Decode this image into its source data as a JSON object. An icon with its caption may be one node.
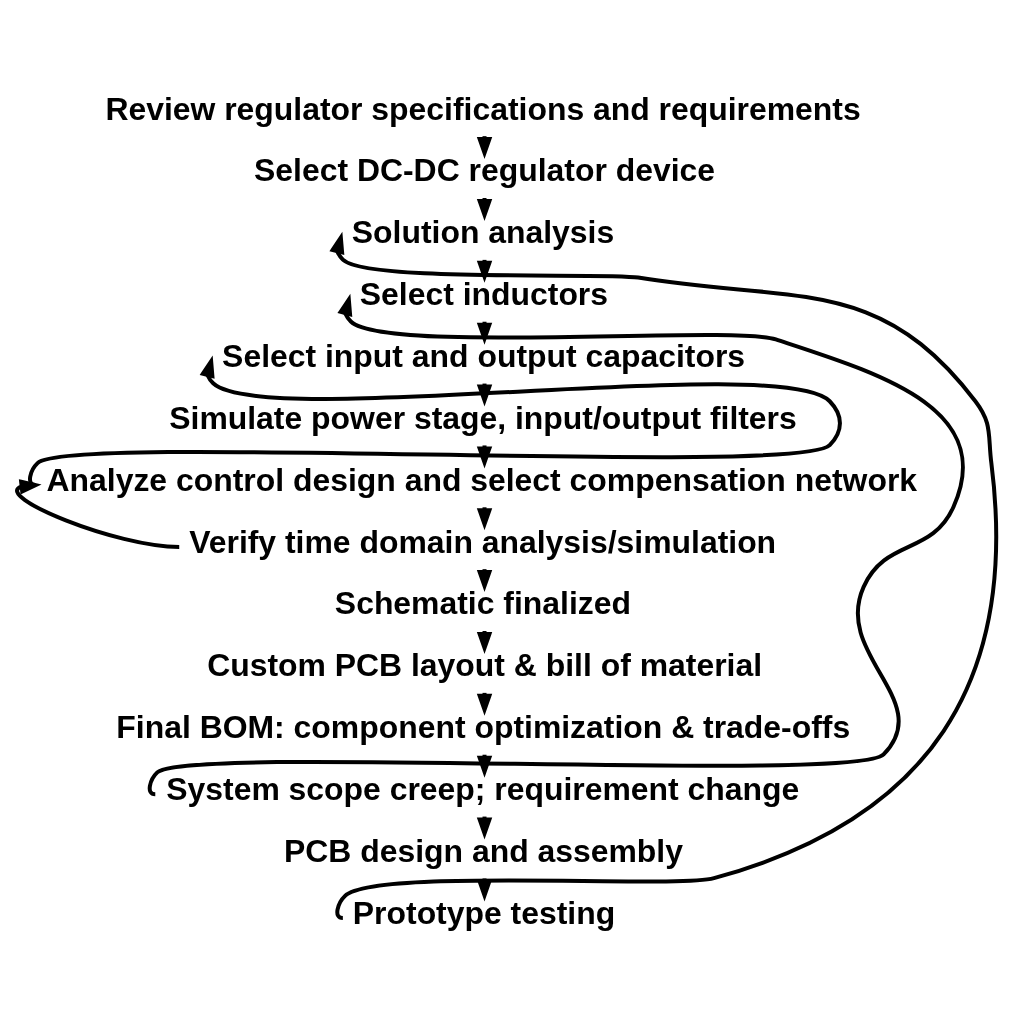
{
  "diagram": {
    "nodes": [
      {
        "text": [
          "Review regulator specifications and requirements"
        ]
      },
      {
        "text": [
          "Select DC-DC regulator device"
        ]
      },
      {
        "text": [
          "Solution analysis"
        ]
      },
      {
        "text": [
          "Select inductors"
        ]
      },
      {
        "text": [
          "Select input and output capacitors"
        ]
      },
      {
        "text": [
          "Simulate power stage, input/output filters"
        ]
      },
      {
        "text": [
          "Analyze control design and select compensation network"
        ]
      },
      {
        "text": [
          "Verify time domain analysis/simulation"
        ]
      },
      {
        "text": [
          "Schematic finalized"
        ]
      },
      {
        "text": [
          "Custom PCB layout & bill of material"
        ]
      },
      {
        "text": [
          "Final BOM: component optimization & trade-offs"
        ]
      },
      {
        "text": [
          "System scope creep; requirement change"
        ]
      },
      {
        "text": [
          "PCB design and assembly"
        ]
      },
      {
        "text": [
          "Prototype testing"
        ]
      }
    ],
    "edges": [
      {
        "from": 0,
        "to": 1,
        "arrow": "to"
      },
      {
        "from": 1,
        "to": 2,
        "arrow": "to"
      },
      {
        "from": 2,
        "to": 3,
        "arrow": "to"
      },
      {
        "from": 3,
        "to": 4,
        "arrow": "to"
      },
      {
        "from": 4,
        "to": 5,
        "arrow": "to"
      },
      {
        "from": 5,
        "to": 6,
        "arrow": "to"
      },
      {
        "from": 6,
        "to": 7,
        "arrow": "to"
      },
      {
        "from": 7,
        "to": 8,
        "arrow": "to"
      },
      {
        "from": 8,
        "to": 9,
        "arrow": "to"
      },
      {
        "from": 9,
        "to": 10,
        "arrow": "to"
      },
      {
        "from": 10,
        "to": 11,
        "arrow": "to"
      },
      {
        "from": 11,
        "to": 12,
        "arrow": "to"
      },
      {
        "from": 12,
        "to": 13,
        "arrow": "to"
      },
      {
        "from": 6,
        "to": 4,
        "arrow": "to"
      },
      {
        "from": 7,
        "to": 6,
        "arrow": "to"
      },
      {
        "from": 11,
        "to": 3,
        "arrow": "to"
      },
      {
        "from": 13,
        "to": 2,
        "arrow": "to"
      }
    ]
  }
}
